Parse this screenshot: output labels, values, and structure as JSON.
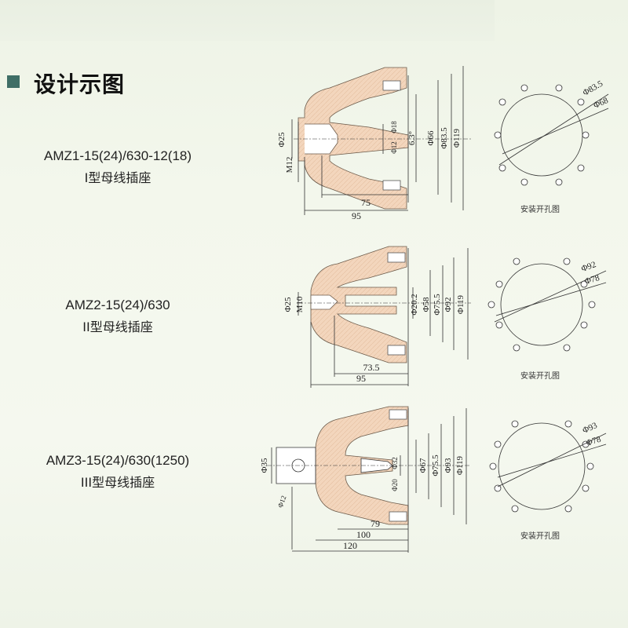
{
  "page": {
    "title": "设计示图"
  },
  "products": [
    {
      "code": "AMZ1-15(24)/630-12(18)",
      "name": "I型母线插座",
      "dims": {
        "bolt": "M12",
        "shank_dia": "Φ25",
        "hole_dia": "Φ12",
        "hole_dia2": "Φ18",
        "angle": "6.3°",
        "d1": "Φ66",
        "d2": "Φ83.5",
        "d3": "Φ119",
        "len1": "75",
        "len2": "95"
      },
      "mounting": {
        "label": "安装开孔图",
        "d_outer": "Φ83.5",
        "d_inner": "Φ68"
      }
    },
    {
      "code": "AMZ2-15(24)/630",
      "name": "II型母线插座",
      "dims": {
        "bolt": "M10",
        "shank_dia": "Φ25",
        "d0": "Φ20.2",
        "d1": "Φ58",
        "d2": "Φ75.5",
        "d3": "Φ92",
        "d4": "Φ119",
        "len1": "73.5",
        "len2": "95"
      },
      "mounting": {
        "label": "安装开孔图",
        "d_outer": "Φ92",
        "d_inner": "Φ78"
      }
    },
    {
      "code": "AMZ3-15(24)/630(1250)",
      "name": "III型母线插座",
      "dims": {
        "shank_dia": "Φ35",
        "hole_dia": "Φ12",
        "d0a": "Φ20",
        "d0b": "Φ32",
        "d1": "Φ67",
        "d2": "Φ75.5",
        "d3": "Φ93",
        "d4": "Φ119",
        "len1": "79",
        "len2": "100",
        "len3": "120"
      },
      "mounting": {
        "label": "安装开孔图",
        "d_outer": "Φ93",
        "d_inner": "Φ78"
      }
    }
  ],
  "colors": {
    "accent": "#3f6e66",
    "insulator_fill": "#f4d9c0",
    "insulator_stroke": "#6b5a4a",
    "line": "#333333"
  }
}
